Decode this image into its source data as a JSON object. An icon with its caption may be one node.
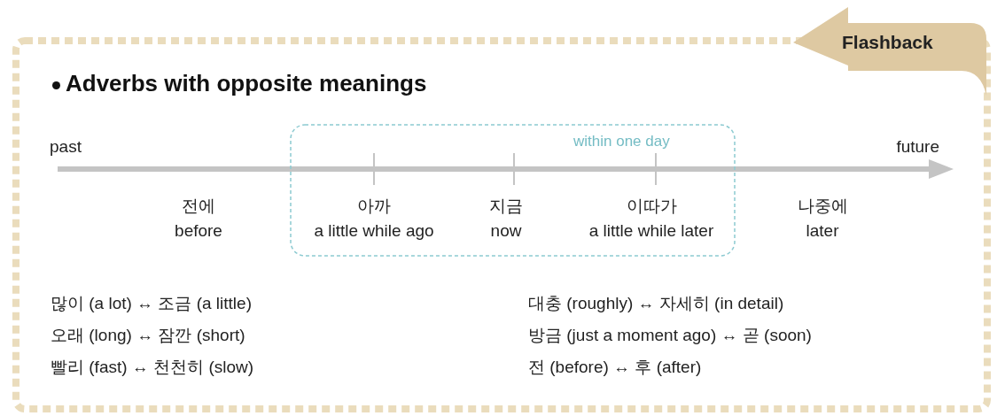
{
  "diagram": {
    "title": "Adverbs with opposite meanings",
    "nodes": [
      {
        "text": [
          "Flashback"
        ]
      },
      {
        "text": [
          "within one day"
        ]
      }
    ],
    "edges": [],
    "labels": [
      "past",
      "future",
      "전에",
      "before",
      "아까",
      "a little while ago",
      "지금",
      "now",
      "이따가",
      "a little while later",
      "나중에",
      "later",
      "많이 (a lot) ↔ 조금 (a little)",
      "대충 (roughly) ↔ 자세히 (in detail)",
      "오래 (long) ↔ 잠깐 (short)",
      "방금 (just a moment ago) ↔ 곧 (soon)",
      "빨리 (fast) ↔ 천천히 (slow)",
      "전 (before) ↔ 후 (after)"
    ]
  }
}
